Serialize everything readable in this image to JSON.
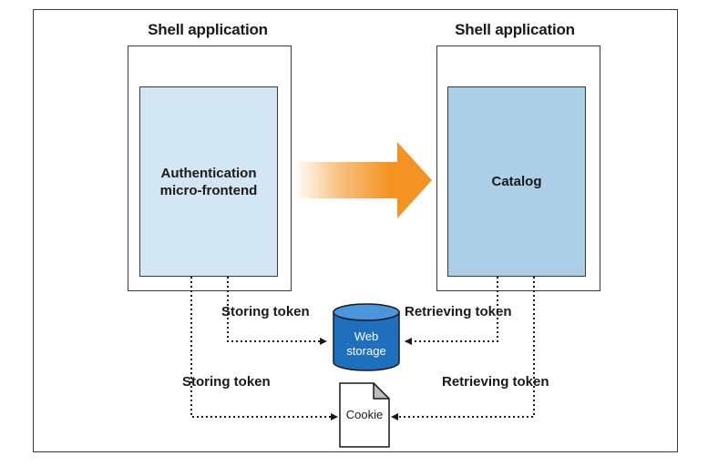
{
  "left_shell": {
    "title": "Shell application",
    "panel_line1": "Authentication",
    "panel_line2": "micro-frontend"
  },
  "right_shell": {
    "title": "Shell application",
    "panel": "Catalog"
  },
  "storage": {
    "web_line1": "Web",
    "web_line2": "storage",
    "cookie": "Cookie"
  },
  "labels": {
    "store_web": "Storing token",
    "retrieve_web": "Retrieving token",
    "store_cookie": "Storing token",
    "retrieve_cookie": "Retrieving token"
  },
  "colors": {
    "auth_panel": "#d3e6f4",
    "catalog_panel": "#abcfe6",
    "arrow": "#f39322",
    "cylinder": "#1f6fbf"
  }
}
